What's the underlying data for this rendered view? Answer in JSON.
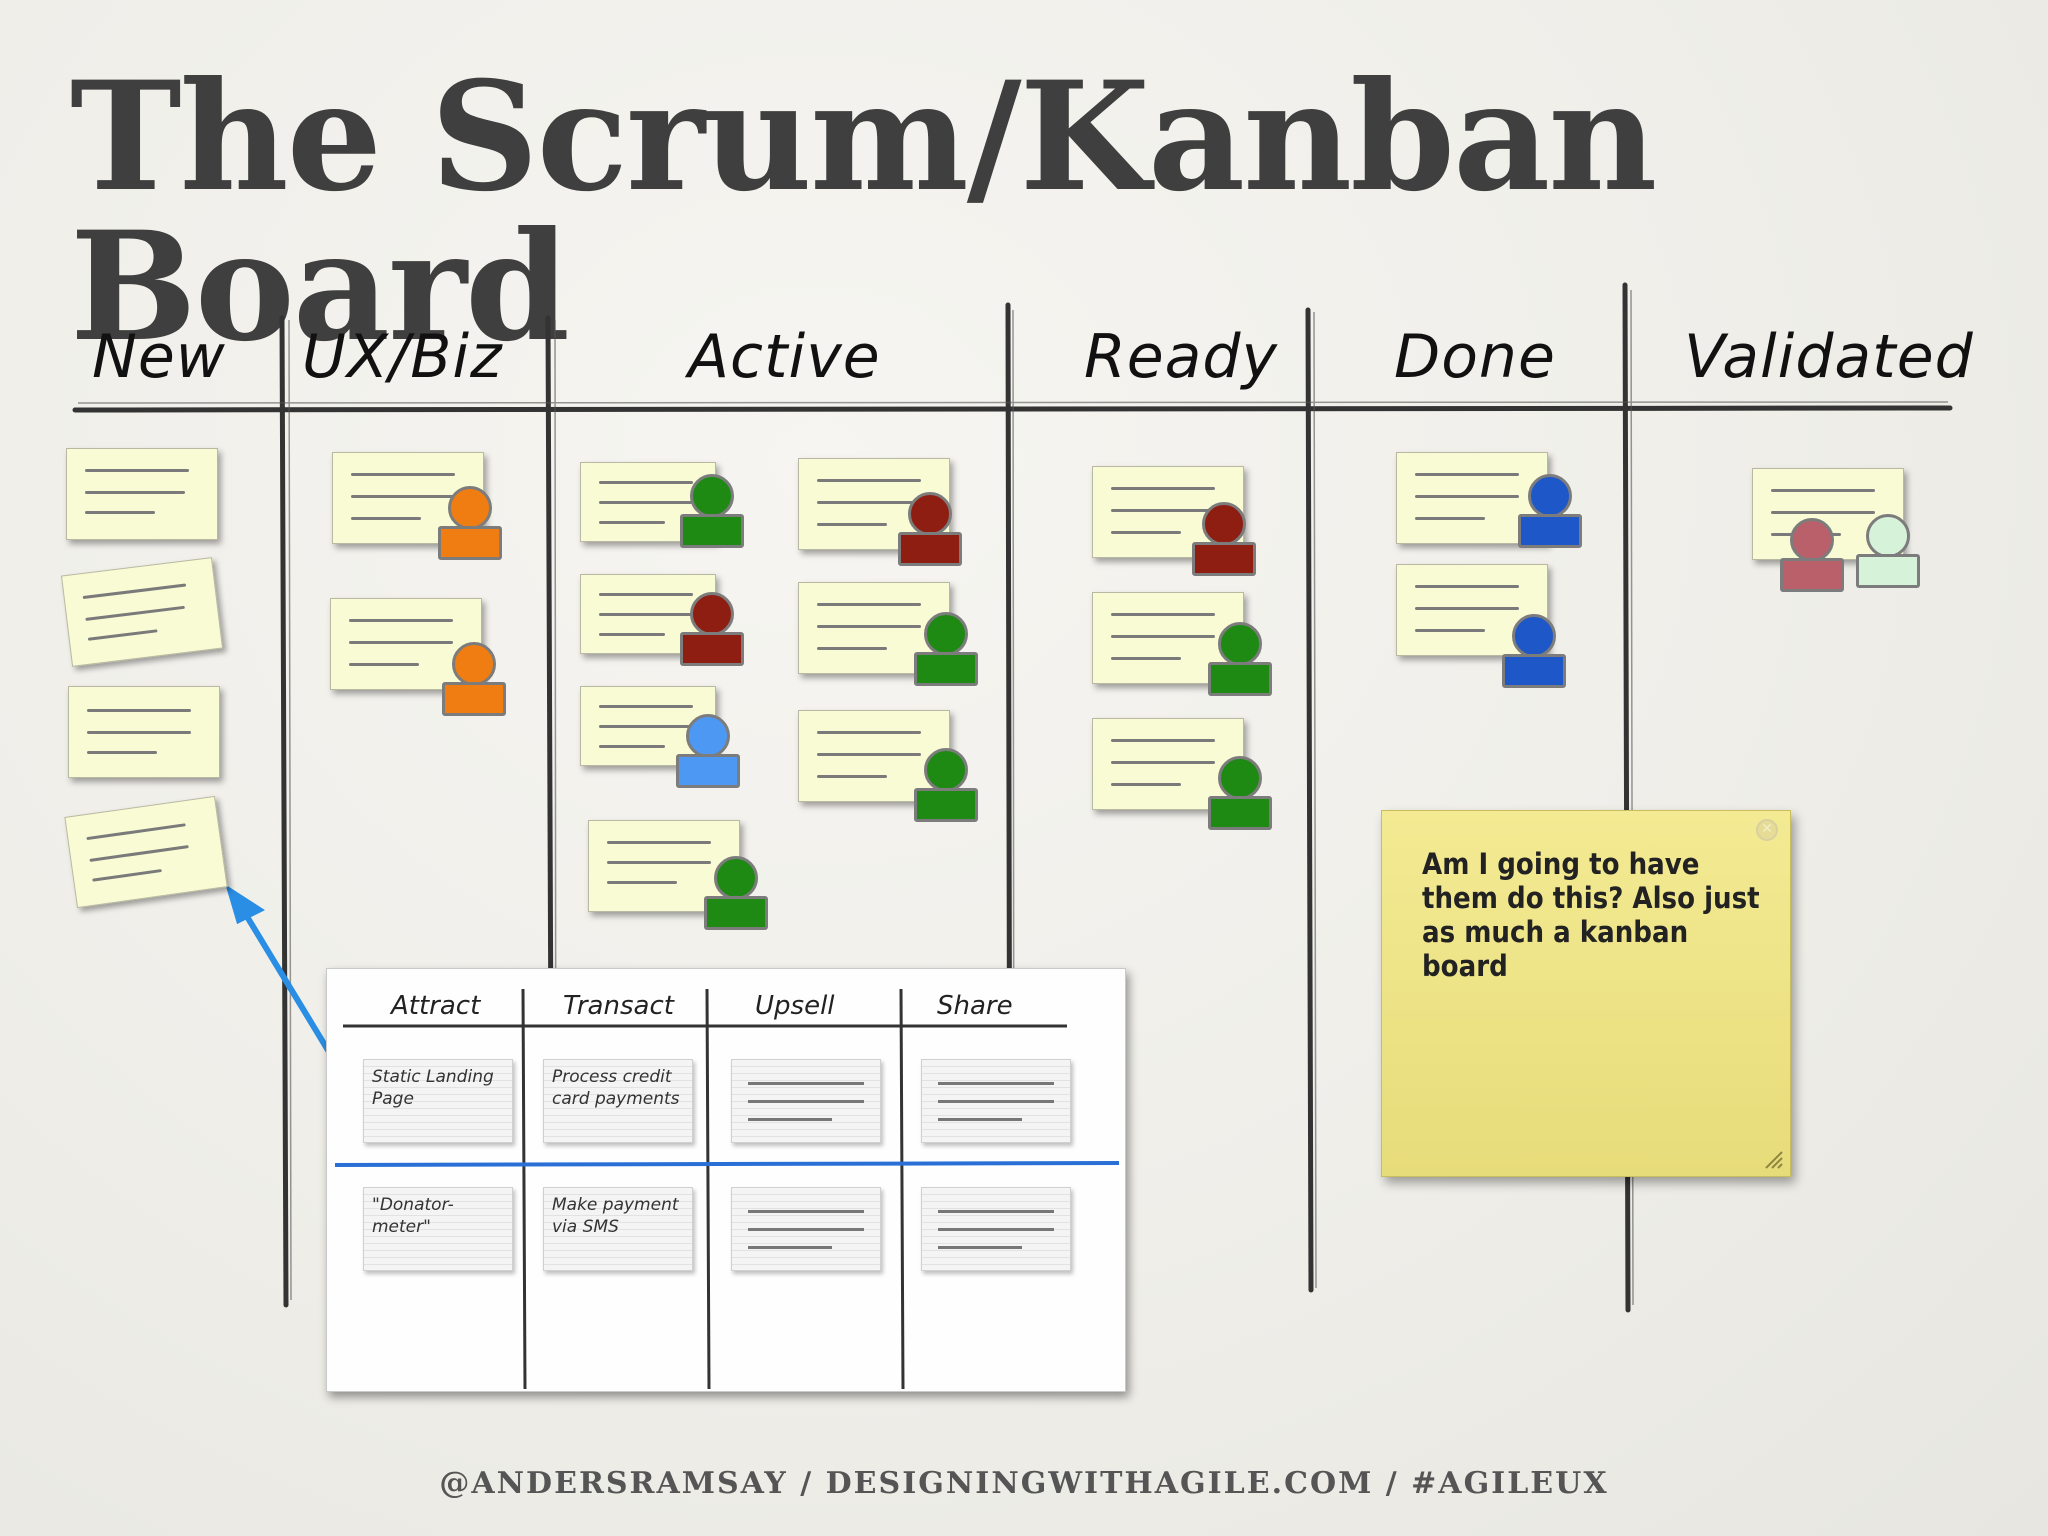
{
  "slide": {
    "title": "The Scrum/Kanban Board",
    "footer": "@ANDERSRAMSAY  /  DESIGNINGWITHAGILE.COM  /  #AGILEUX"
  },
  "columns": [
    "New",
    "UX/Biz",
    "Active",
    "Ready",
    "Done",
    "Validated"
  ],
  "colors": {
    "card": "#f8fbd3",
    "orange": "#f07d12",
    "green": "#1e8a14",
    "dark_red": "#8e1d12",
    "light_blue": "#4d98f2",
    "blue": "#1e57c8",
    "faded_red": "#b9606a",
    "faded_green": "#d6f2d8",
    "arrow": "#2a8ee4"
  },
  "note": {
    "text": "Am I going to have them do this?  Also just as much a kanban board"
  },
  "story_map": {
    "columns": [
      "Attract",
      "Transact",
      "Upsell",
      "Share"
    ],
    "cards": [
      "Static Landing Page",
      "Process credit card payments",
      "\"Donator-meter\"",
      "Make payment via SMS"
    ]
  }
}
